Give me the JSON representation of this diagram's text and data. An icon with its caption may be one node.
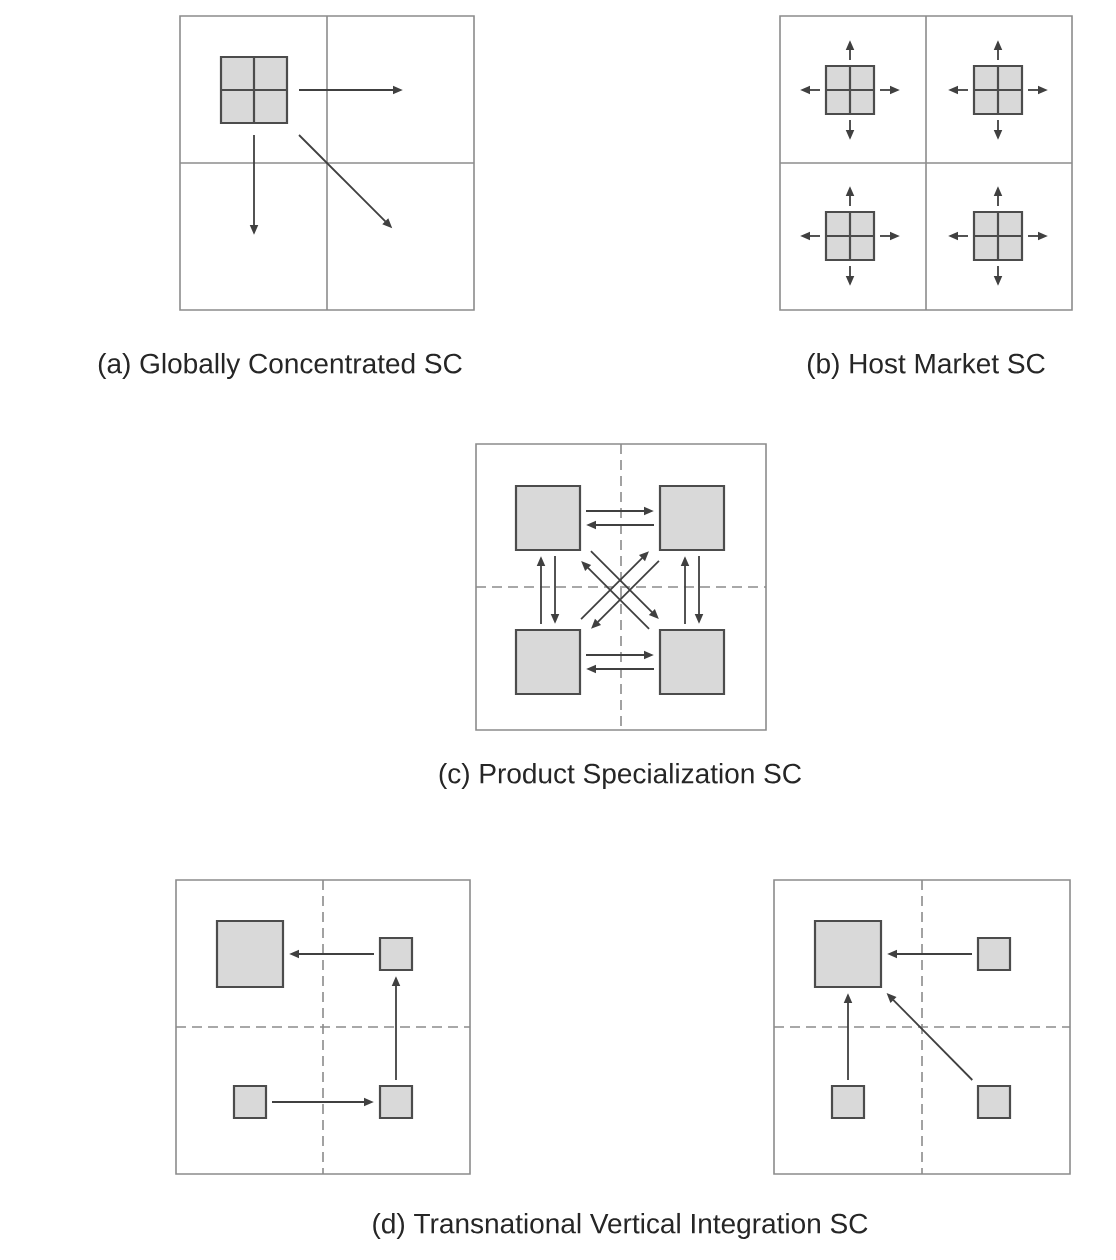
{
  "diagram": {
    "nodes": [
      {
        "text": [],
        "shape": "box"
      },
      {
        "text": [],
        "shape": "box"
      },
      {
        "text": [],
        "shape": "box"
      },
      {
        "text": [],
        "shape": "box"
      },
      {
        "text": [],
        "shape": "box"
      },
      {
        "text": [],
        "shape": "box"
      },
      {
        "text": [],
        "shape": "box"
      },
      {
        "text": [],
        "shape": "box"
      },
      {
        "text": [],
        "shape": "box"
      },
      {
        "text": [],
        "shape": "box"
      },
      {
        "text": [],
        "shape": "box"
      },
      {
        "text": [],
        "shape": "box"
      },
      {
        "text": [],
        "shape": "box"
      },
      {
        "text": [],
        "shape": "box"
      },
      {
        "text": [],
        "shape": "box"
      },
      {
        "text": [],
        "shape": "box"
      },
      {
        "text": [],
        "shape": "box"
      }
    ],
    "edges": [
      {
        "from": 0,
        "to": null,
        "arrow": "to"
      },
      {
        "from": 0,
        "to": null,
        "arrow": "to"
      },
      {
        "from": 0,
        "to": null,
        "arrow": "to"
      },
      {
        "from": 1,
        "to": null,
        "arrow": "to"
      },
      {
        "from": 1,
        "to": null,
        "arrow": "to"
      },
      {
        "from": 1,
        "to": null,
        "arrow": "to"
      },
      {
        "from": 1,
        "to": null,
        "arrow": "to"
      },
      {
        "from": 2,
        "to": null,
        "arrow": "to"
      },
      {
        "from": 2,
        "to": null,
        "arrow": "to"
      },
      {
        "from": 2,
        "to": null,
        "arrow": "to"
      },
      {
        "from": 2,
        "to": null,
        "arrow": "to"
      },
      {
        "from": 3,
        "to": null,
        "arrow": "to"
      },
      {
        "from": 3,
        "to": null,
        "arrow": "to"
      },
      {
        "from": 3,
        "to": null,
        "arrow": "to"
      },
      {
        "from": 3,
        "to": null,
        "arrow": "to"
      },
      {
        "from": 4,
        "to": null,
        "arrow": "to"
      },
      {
        "from": 4,
        "to": null,
        "arrow": "to"
      },
      {
        "from": 4,
        "to": null,
        "arrow": "to"
      },
      {
        "from": 4,
        "to": null,
        "arrow": "to"
      },
      {
        "from": 5,
        "to": 6,
        "arrow": "to"
      },
      {
        "from": 6,
        "to": 5,
        "arrow": "to"
      },
      {
        "from": 7,
        "to": 8,
        "arrow": "to"
      },
      {
        "from": 8,
        "to": 7,
        "arrow": "to"
      },
      {
        "from": 5,
        "to": 7,
        "arrow": "to"
      },
      {
        "from": 7,
        "to": 5,
        "arrow": "to"
      },
      {
        "from": 6,
        "to": 8,
        "arrow": "to"
      },
      {
        "from": 8,
        "to": 6,
        "arrow": "to"
      },
      {
        "from": 5,
        "to": 8,
        "arrow": "to"
      },
      {
        "from": 8,
        "to": 5,
        "arrow": "to"
      },
      {
        "from": 6,
        "to": 7,
        "arrow": "to"
      },
      {
        "from": 7,
        "to": 6,
        "arrow": "to"
      },
      {
        "from": 11,
        "to": 12,
        "arrow": "to"
      },
      {
        "from": 12,
        "to": 10,
        "arrow": "to"
      },
      {
        "from": 10,
        "to": 9,
        "arrow": "to"
      },
      {
        "from": 14,
        "to": 13,
        "arrow": "to"
      },
      {
        "from": 15,
        "to": 13,
        "arrow": "to"
      },
      {
        "from": 16,
        "to": 13,
        "arrow": "to"
      }
    ],
    "labels": [
      "(a) Globally Concentrated SC",
      "(b) Host Market SC",
      "(c) Product Specialization SC",
      "(d) Transnational Vertical Integration SC"
    ]
  }
}
